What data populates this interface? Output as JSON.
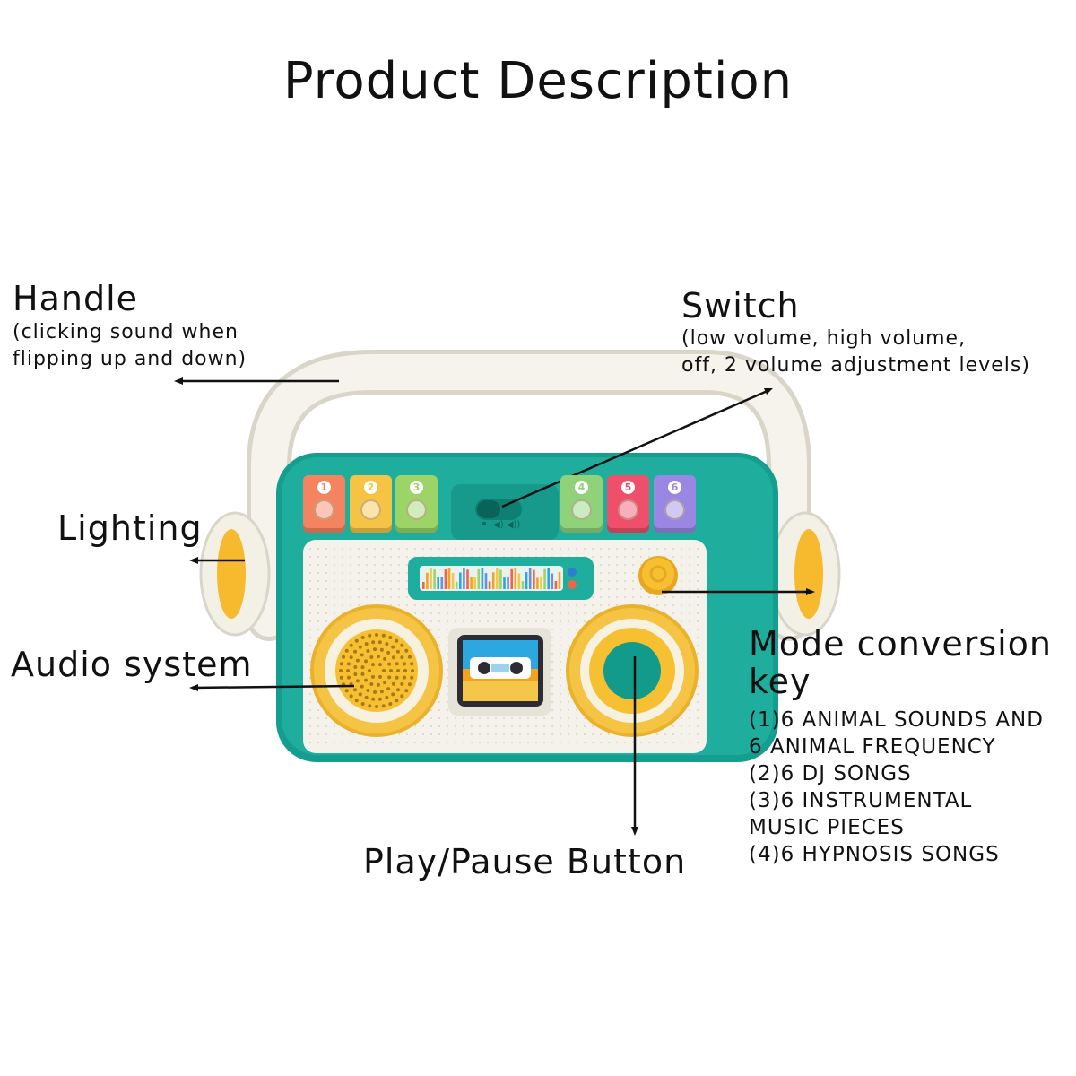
{
  "title": "Product Description",
  "labels": {
    "handle": {
      "name": "Handle",
      "detail_lines": [
        "(clicking sound when",
        "flipping up and down)"
      ]
    },
    "switch": {
      "name": "Switch",
      "detail_lines": [
        "(low volume, high volume,",
        "off, 2 volume adjustment levels)"
      ]
    },
    "lighting": {
      "name": "Lighting"
    },
    "audio": {
      "name": "Audio system"
    },
    "mode": {
      "name_lines": [
        "Mode conversion",
        "key"
      ],
      "items": [
        "(1)6 ANIMAL SOUNDS AND",
        "6 ANIMAL FREQUENCY",
        "(2)6 DJ SONGS",
        "(3)6 INSTRUMENTAL",
        "MUSIC PIECES",
        "(4)6 HYPNOSIS SONGS"
      ]
    },
    "play": {
      "name": "Play/Pause Button"
    }
  },
  "keys": [
    {
      "number": "1",
      "color": "#f4845f"
    },
    {
      "number": "2",
      "color": "#f6c445"
    },
    {
      "number": "3",
      "color": "#9cd468"
    },
    {
      "number": "4",
      "color": "#8fd27a"
    },
    {
      "number": "5",
      "color": "#ef4f6a"
    },
    {
      "number": "6",
      "color": "#9a87e3"
    }
  ],
  "colors": {
    "body": "#1aa898",
    "panel": "#f3f1ea",
    "handle": "#f1efe6",
    "accent_yellow": "#f7c033",
    "screen": "#5a3fb0"
  },
  "icons": {
    "speaker": "speaker-grille-icon",
    "cassette": "cassette-icon",
    "mode": "mode-button-icon"
  }
}
